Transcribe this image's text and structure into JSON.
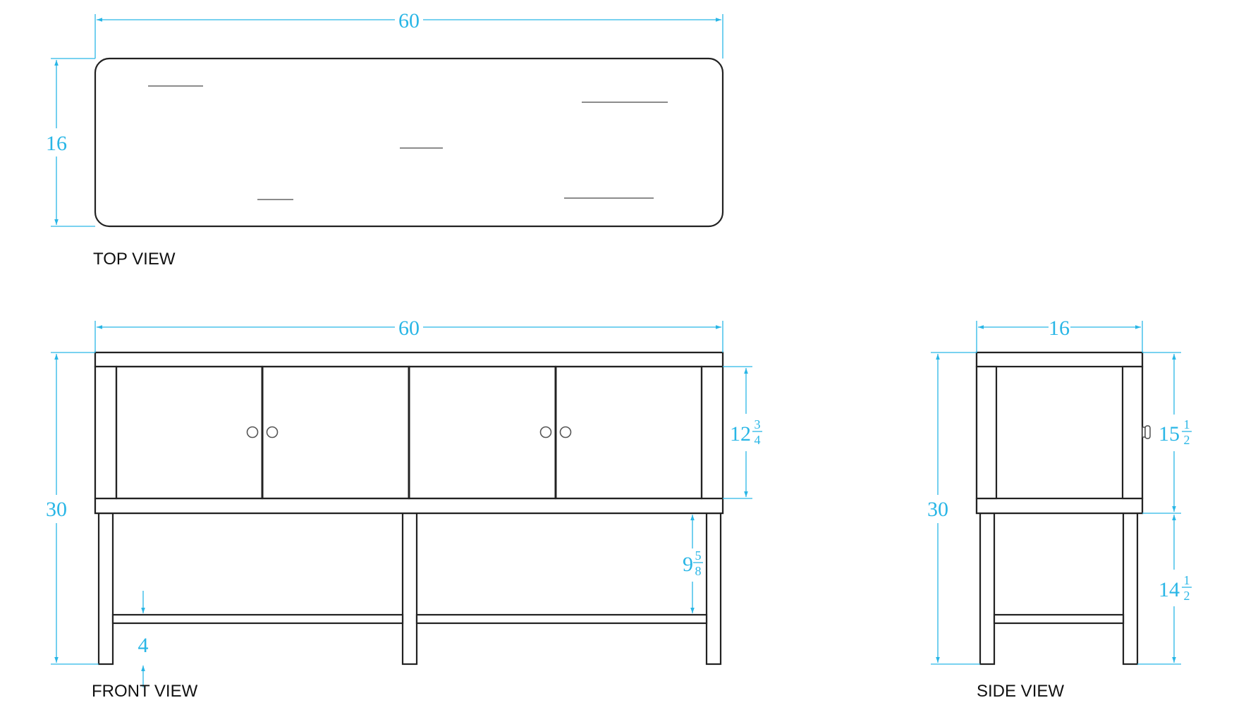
{
  "views": {
    "top": {
      "label": "TOP VIEW",
      "width_dim": "60",
      "depth_dim": "16"
    },
    "front": {
      "label": "FRONT VIEW",
      "width_dim": "60",
      "height_dim": "30",
      "door_height": {
        "whole": "12",
        "num": "3",
        "den": "4"
      },
      "shelf_clearance": {
        "whole": "9",
        "num": "5",
        "den": "8"
      },
      "stretcher_height": "4"
    },
    "side": {
      "label": "SIDE VIEW",
      "width_dim": "16",
      "height_dim": "30",
      "upper_height": {
        "whole": "15",
        "num": "1",
        "den": "2"
      },
      "lower_height": {
        "whole": "14",
        "num": "1",
        "den": "2"
      }
    }
  },
  "colors": {
    "dimension": "#29b6e6",
    "outline": "#222222"
  }
}
